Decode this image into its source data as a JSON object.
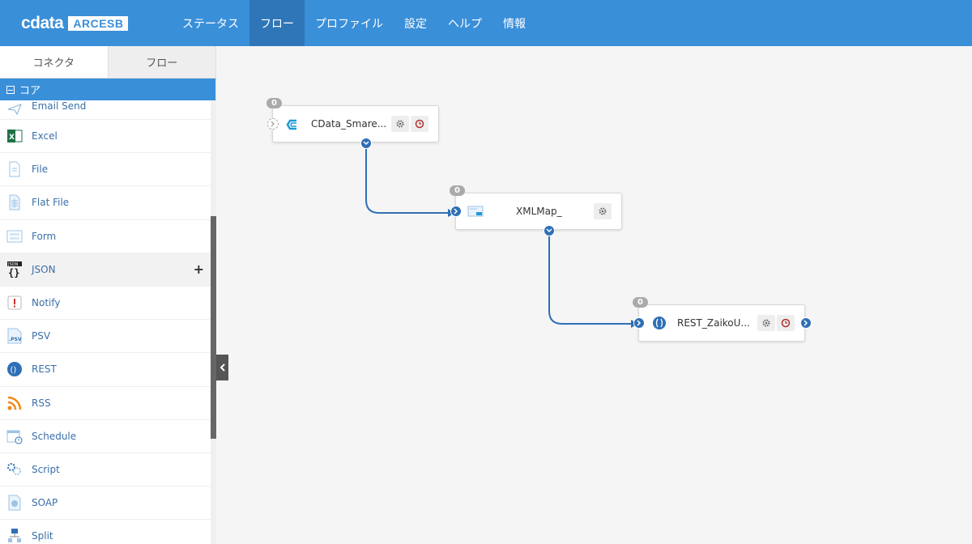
{
  "header": {
    "logo_text": "cdata",
    "logo_badge": "ARCESB",
    "nav": [
      {
        "label": "ステータス"
      },
      {
        "label": "フロー"
      },
      {
        "label": "プロファイル"
      },
      {
        "label": "設定"
      },
      {
        "label": "ヘルプ"
      },
      {
        "label": "情報"
      }
    ],
    "active_nav": "フロー"
  },
  "sidebar": {
    "tabs": [
      {
        "label": "コネクタ"
      },
      {
        "label": "フロー"
      }
    ],
    "active_tab": "コネクタ",
    "section": "コア",
    "items": [
      {
        "label": "Email Send",
        "icon": "paper-plane-icon"
      },
      {
        "label": "Excel",
        "icon": "excel-icon"
      },
      {
        "label": "File",
        "icon": "file-icon"
      },
      {
        "label": "Flat File",
        "icon": "flat-file-icon"
      },
      {
        "label": "Form",
        "icon": "form-icon"
      },
      {
        "label": "JSON",
        "icon": "json-icon"
      },
      {
        "label": "Notify",
        "icon": "notify-icon"
      },
      {
        "label": "PSV",
        "icon": "psv-icon"
      },
      {
        "label": "REST",
        "icon": "rest-icon"
      },
      {
        "label": "RSS",
        "icon": "rss-icon"
      },
      {
        "label": "Schedule",
        "icon": "schedule-icon"
      },
      {
        "label": "Script",
        "icon": "script-icon"
      },
      {
        "label": "SOAP",
        "icon": "soap-icon"
      },
      {
        "label": "Split",
        "icon": "split-icon"
      }
    ],
    "hover_item_action": "+"
  },
  "flow": {
    "nodes": [
      {
        "id": "cdata",
        "label": "CData_Smare...",
        "count": "0",
        "icon": "cdata-icon"
      },
      {
        "id": "xmlmap",
        "label": "XMLMap_",
        "count": "0",
        "icon": "xmlmap-icon"
      },
      {
        "id": "rest",
        "label": "REST_ZaikoU...",
        "count": "0",
        "icon": "rest-icon"
      }
    ]
  },
  "colors": {
    "brand": "#3a8fd9",
    "nav_active": "#2f76b8",
    "port": "#2f6fb5",
    "link_text": "#3a6fa8"
  }
}
